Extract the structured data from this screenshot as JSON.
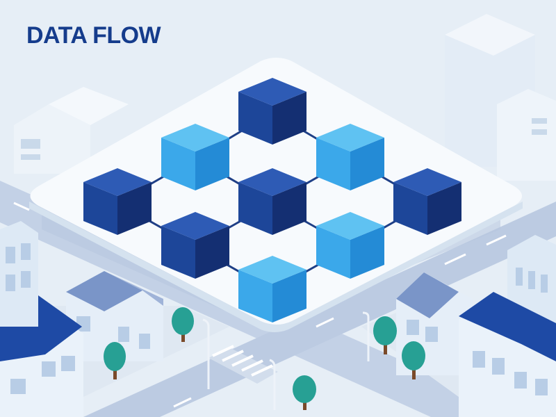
{
  "title": "DATA FLOW",
  "colors": {
    "title": "#153c8c",
    "background": "#e6eef6",
    "platform_top": "#f7fafd",
    "platform_side": "#d5e2ef",
    "node_dark_top": "#2e5bb5",
    "node_dark_left": "#1d4699",
    "node_dark_right": "#142f72",
    "node_light_top": "#5fc2f2",
    "node_light_left": "#3ba8ea",
    "node_light_right": "#248bd6",
    "connector": "#1f3f86",
    "road": "#b7c6de",
    "sidewalk": "#e9f0f7",
    "building_light": "#dbe8f4",
    "building_pale": "#eef4fa",
    "roof_dark": "#1e4aa5",
    "roof_mid": "#5a7cc0",
    "tree": "#27a094",
    "trunk": "#7a4a2a"
  },
  "nodes": [
    {
      "name": "node-top",
      "shade": "dark"
    },
    {
      "name": "node-upper-left",
      "shade": "light"
    },
    {
      "name": "node-upper-right",
      "shade": "light"
    },
    {
      "name": "node-left",
      "shade": "dark"
    },
    {
      "name": "node-center",
      "shade": "dark"
    },
    {
      "name": "node-right",
      "shade": "dark"
    },
    {
      "name": "node-lower-left",
      "shade": "dark"
    },
    {
      "name": "node-lower-right",
      "shade": "light"
    },
    {
      "name": "node-bottom",
      "shade": "light"
    }
  ],
  "connections": [
    [
      "node-top",
      "node-upper-left"
    ],
    [
      "node-top",
      "node-upper-right"
    ],
    [
      "node-upper-left",
      "node-left"
    ],
    [
      "node-upper-left",
      "node-center"
    ],
    [
      "node-upper-right",
      "node-center"
    ],
    [
      "node-upper-right",
      "node-right"
    ],
    [
      "node-left",
      "node-lower-left"
    ],
    [
      "node-center",
      "node-lower-left"
    ],
    [
      "node-center",
      "node-lower-right"
    ],
    [
      "node-right",
      "node-lower-right"
    ],
    [
      "node-lower-left",
      "node-bottom"
    ],
    [
      "node-lower-right",
      "node-bottom"
    ]
  ]
}
